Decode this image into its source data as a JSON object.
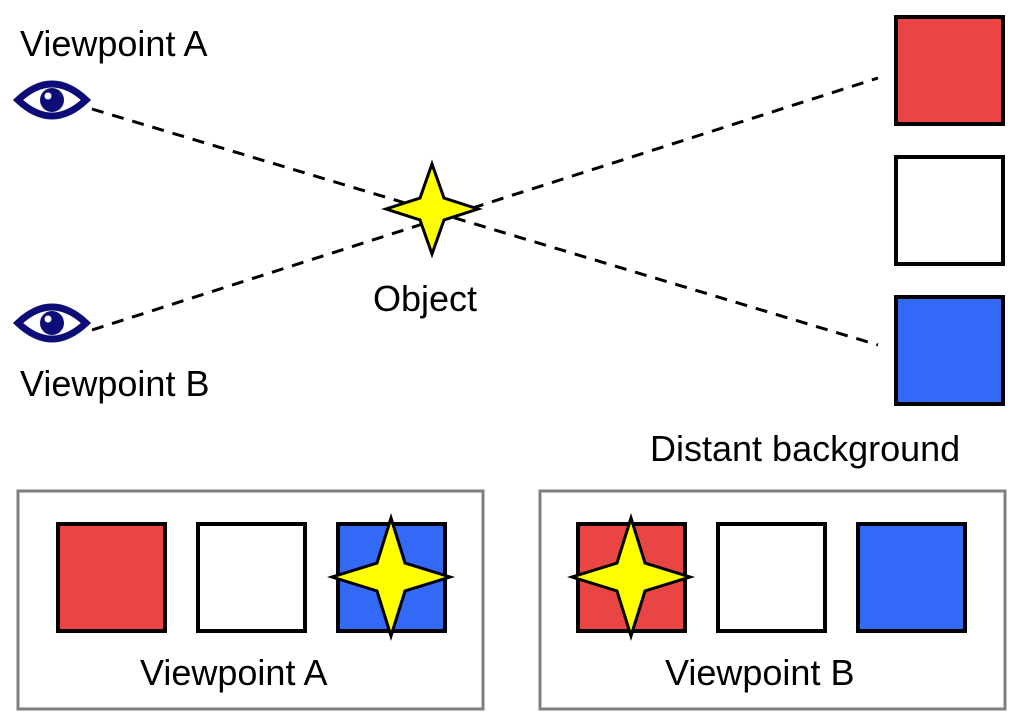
{
  "labels": {
    "viewpoint_a": "Viewpoint A",
    "viewpoint_b": "Viewpoint B",
    "object": "Object",
    "distant_background": "Distant background"
  },
  "panels": {
    "a": {
      "label": "Viewpoint A",
      "star_behind": "blue"
    },
    "b": {
      "label": "Viewpoint B",
      "star_behind": "red"
    }
  },
  "colors": {
    "red": "#ea4545",
    "white": "#ffffff",
    "blue": "#3269f7",
    "star_fill": "#ffff00",
    "eye": "#0d0d78",
    "panel_border": "#808080",
    "outline": "#000000"
  },
  "icons": {
    "eye": "eye-icon",
    "object": "four-point-star-icon"
  }
}
